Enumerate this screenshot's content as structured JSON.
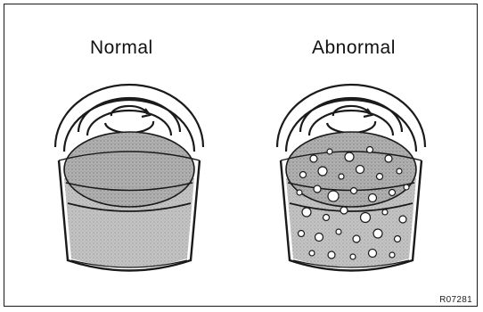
{
  "labels": {
    "normal": "Normal",
    "abnormal": "Abnormal"
  },
  "figure_code": "R07281",
  "colors": {
    "outline": "#1a1a1a",
    "fluid": "#b9b9b9",
    "fluid_dark": "#9a9a9a",
    "bubble": "#ffffff"
  }
}
